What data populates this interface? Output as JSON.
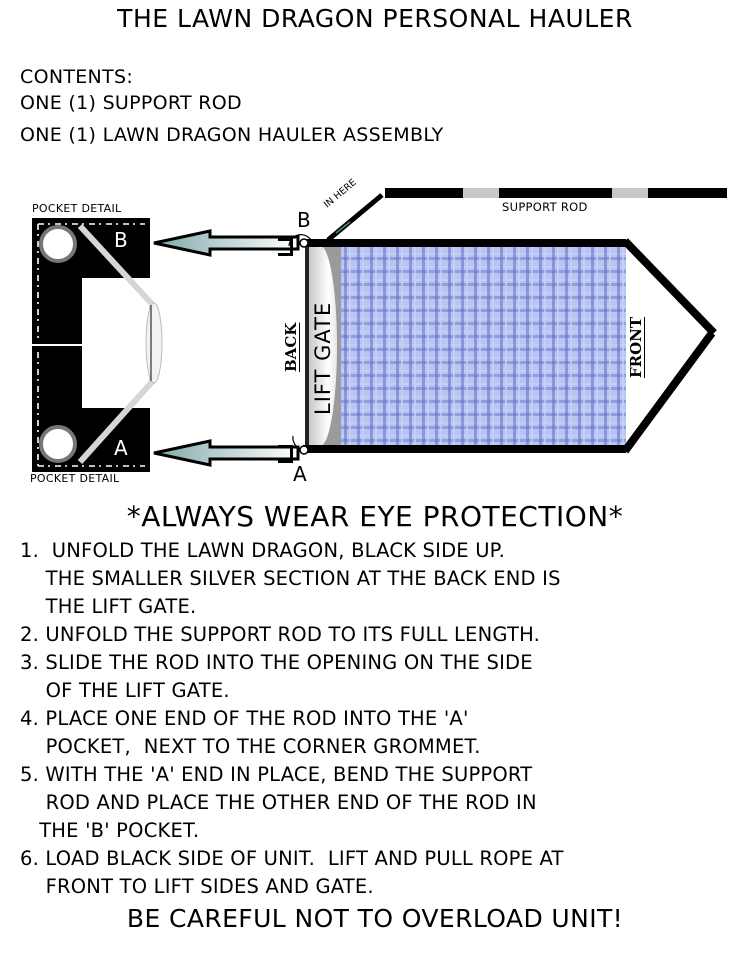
{
  "title": "THE LAWN DRAGON PERSONAL HAULER",
  "contents": {
    "heading": "CONTENTS:",
    "items": [
      "ONE (1) SUPPORT ROD",
      "ONE (1) LAWN DRAGON HAULER ASSEMBLY"
    ]
  },
  "diagram": {
    "pocket_detail_top_label": "POCKET DETAIL",
    "pocket_detail_bottom_label": "POCKET DETAIL",
    "pocket_b_label": "B",
    "pocket_a_label": "A",
    "corner_b_label": "B",
    "corner_a_label": "A",
    "in_here_label": "IN HERE",
    "support_rod_label": "SUPPORT ROD",
    "back_label": "BACK",
    "lift_gate_label": "LIFT GATE",
    "front_label": "FRONT",
    "colors": {
      "plaid_base": "#b9c5f0",
      "plaid_stripe": "#6f7cc8",
      "lift_gate": "#e8e8e8",
      "gate_shadow": "#9a9a9a",
      "arrow_gradient_start": "#7fa8a8",
      "arrow_gradient_end": "#ffffff",
      "rod_silver": "#c8c8c8"
    }
  },
  "warning": "*ALWAYS WEAR EYE PROTECTION*",
  "steps": [
    {
      "lines": [
        "1.  UNFOLD THE LAWN DRAGON, BLACK SIDE UP.",
        "    THE SMALLER SILVER SECTION AT THE BACK END IS",
        "    THE LIFT GATE."
      ]
    },
    {
      "lines": [
        "2. UNFOLD THE SUPPORT ROD TO ITS FULL LENGTH."
      ]
    },
    {
      "lines": [
        "3. SLIDE THE ROD INTO THE OPENING ON THE SIDE",
        "    OF THE LIFT GATE."
      ]
    },
    {
      "lines": [
        "4. PLACE ONE END OF THE ROD INTO THE 'A'",
        "    POCKET,  NEXT TO THE CORNER GROMMET."
      ]
    },
    {
      "lines": [
        "5. WITH THE 'A' END IN PLACE, BEND THE SUPPORT",
        "    ROD AND PLACE THE OTHER END OF THE ROD IN",
        "   THE 'B' POCKET."
      ]
    },
    {
      "lines": [
        "6. LOAD BLACK SIDE OF UNIT.  LIFT AND PULL ROPE AT",
        "    FRONT TO LIFT SIDES AND GATE."
      ]
    }
  ],
  "final_warning": "BE CAREFUL NOT TO OVERLOAD UNIT!"
}
